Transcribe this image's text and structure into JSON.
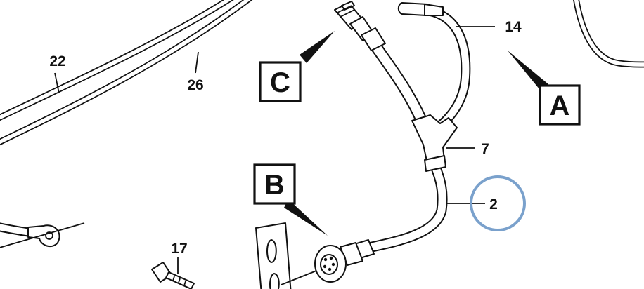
{
  "diagram": {
    "part_labels": {
      "p22": "22",
      "p26": "26",
      "p14": "14",
      "p7": "7",
      "p2": "2",
      "p17": "17"
    },
    "view_letters": {
      "c": "C",
      "a": "A",
      "b": "B"
    },
    "highlight_color": "#7aa1cc",
    "line_color": "#111111"
  }
}
